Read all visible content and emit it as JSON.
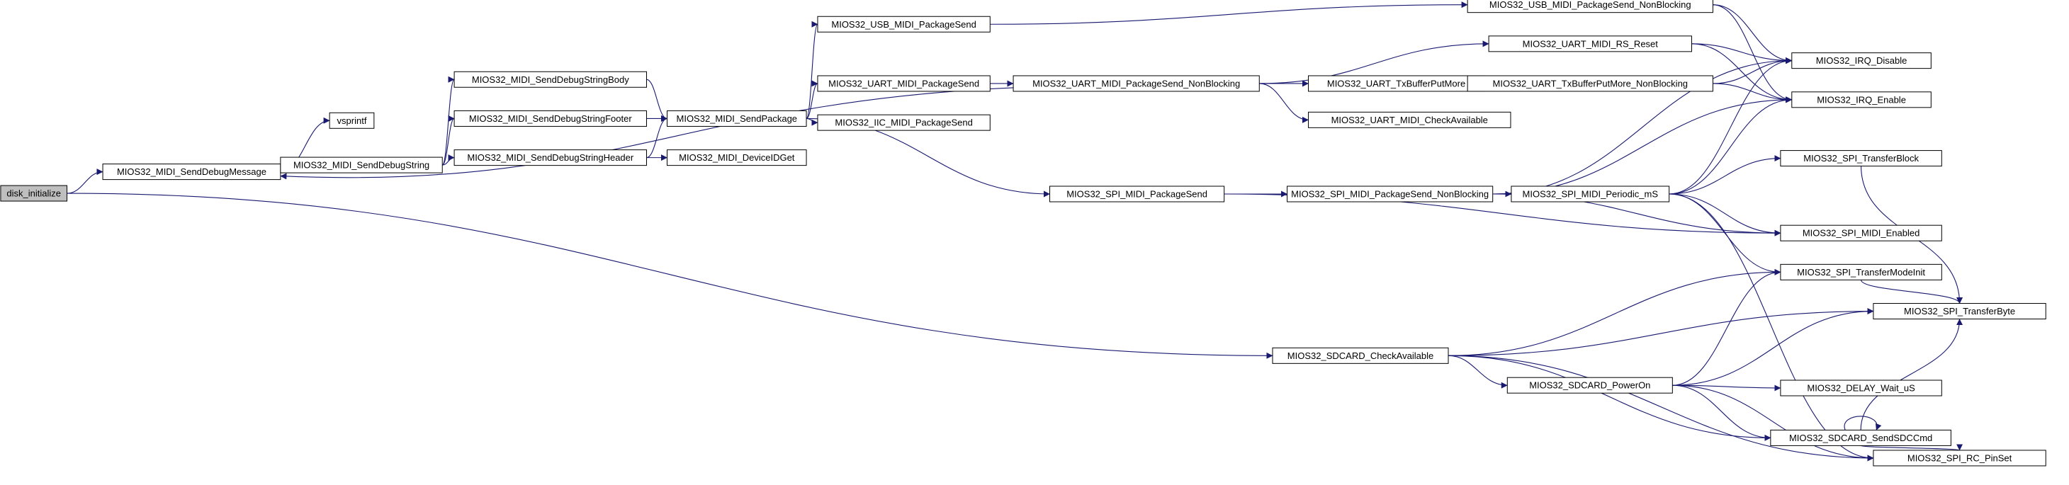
{
  "graph": {
    "nodes": [
      {
        "id": "disk_initialize",
        "label": "disk_initialize",
        "root": true
      },
      {
        "id": "SendDebugMessage",
        "label": "MIOS32_MIDI_SendDebugMessage"
      },
      {
        "id": "SendDebugString",
        "label": "MIOS32_MIDI_SendDebugString"
      },
      {
        "id": "vsprintf",
        "label": "vsprintf"
      },
      {
        "id": "SendDebugStringBody",
        "label": "MIOS32_MIDI_SendDebugStringBody"
      },
      {
        "id": "SendDebugStringFooter",
        "label": "MIOS32_MIDI_SendDebugStringFooter"
      },
      {
        "id": "SendDebugStringHeader",
        "label": "MIOS32_MIDI_SendDebugStringHeader"
      },
      {
        "id": "SendPackage",
        "label": "MIOS32_MIDI_SendPackage"
      },
      {
        "id": "DeviceIDGet",
        "label": "MIOS32_MIDI_DeviceIDGet"
      },
      {
        "id": "USB_PackageSend",
        "label": "MIOS32_USB_MIDI_PackageSend"
      },
      {
        "id": "UART_PackageSend",
        "label": "MIOS32_UART_MIDI_PackageSend"
      },
      {
        "id": "IIC_PackageSend",
        "label": "MIOS32_IIC_MIDI_PackageSend"
      },
      {
        "id": "SPI_PackageSend",
        "label": "MIOS32_SPI_MIDI_PackageSend"
      },
      {
        "id": "USB_PackageSend_NB",
        "label": "MIOS32_USB_MIDI_PackageSend_NonBlocking"
      },
      {
        "id": "UART_PackageSend_NB",
        "label": "MIOS32_UART_MIDI_PackageSend_NonBlocking"
      },
      {
        "id": "UART_RS_Reset",
        "label": "MIOS32_UART_MIDI_RS_Reset"
      },
      {
        "id": "UART_TxBufferPutMore",
        "label": "MIOS32_UART_TxBufferPutMore"
      },
      {
        "id": "UART_CheckAvailable",
        "label": "MIOS32_UART_MIDI_CheckAvailable"
      },
      {
        "id": "UART_TxBufferPutMore_NB",
        "label": "MIOS32_UART_TxBufferPutMore_NonBlocking"
      },
      {
        "id": "IRQ_Disable",
        "label": "MIOS32_IRQ_Disable"
      },
      {
        "id": "IRQ_Enable",
        "label": "MIOS32_IRQ_Enable"
      },
      {
        "id": "SPI_PackageSend_NB",
        "label": "MIOS32_SPI_MIDI_PackageSend_NonBlocking"
      },
      {
        "id": "SPI_Periodic_mS",
        "label": "MIOS32_SPI_MIDI_Periodic_mS"
      },
      {
        "id": "SPI_TransferBlock",
        "label": "MIOS32_SPI_TransferBlock"
      },
      {
        "id": "SPI_MIDI_Enabled",
        "label": "MIOS32_SPI_MIDI_Enabled"
      },
      {
        "id": "SPI_TransferModeInit",
        "label": "MIOS32_SPI_TransferModeInit"
      },
      {
        "id": "SPI_TransferByte",
        "label": "MIOS32_SPI_TransferByte"
      },
      {
        "id": "SDCARD_CheckAvailable",
        "label": "MIOS32_SDCARD_CheckAvailable"
      },
      {
        "id": "SDCARD_PowerOn",
        "label": "MIOS32_SDCARD_PowerOn"
      },
      {
        "id": "DELAY_Wait_uS",
        "label": "MIOS32_DELAY_Wait_uS"
      },
      {
        "id": "SDCARD_SendSDCCmd",
        "label": "MIOS32_SDCARD_SendSDCCmd"
      },
      {
        "id": "SPI_RC_PinSet",
        "label": "MIOS32_SPI_RC_PinSet"
      }
    ],
    "edges": [
      [
        "disk_initialize",
        "SendDebugMessage"
      ],
      [
        "disk_initialize",
        "SDCARD_CheckAvailable"
      ],
      [
        "SendDebugMessage",
        "vsprintf"
      ],
      [
        "SendDebugMessage",
        "SendDebugString"
      ],
      [
        "SendDebugString",
        "SendDebugStringBody"
      ],
      [
        "SendDebugString",
        "SendDebugStringFooter"
      ],
      [
        "SendDebugString",
        "SendDebugStringHeader"
      ],
      [
        "SendDebugStringBody",
        "SendPackage"
      ],
      [
        "SendDebugStringFooter",
        "SendPackage"
      ],
      [
        "SendDebugStringHeader",
        "SendPackage"
      ],
      [
        "SendDebugStringHeader",
        "DeviceIDGet"
      ],
      [
        "SendPackage",
        "USB_PackageSend"
      ],
      [
        "SendPackage",
        "UART_PackageSend"
      ],
      [
        "SendPackage",
        "IIC_PackageSend"
      ],
      [
        "SendPackage",
        "SPI_PackageSend"
      ],
      [
        "USB_PackageSend",
        "USB_PackageSend_NB"
      ],
      [
        "USB_PackageSend_NB",
        "IRQ_Disable"
      ],
      [
        "USB_PackageSend_NB",
        "IRQ_Enable"
      ],
      [
        "UART_PackageSend",
        "UART_PackageSend_NB"
      ],
      [
        "UART_PackageSend_NB",
        "SendDebugMessage"
      ],
      [
        "UART_PackageSend_NB",
        "UART_RS_Reset"
      ],
      [
        "UART_PackageSend_NB",
        "UART_TxBufferPutMore"
      ],
      [
        "UART_PackageSend_NB",
        "UART_CheckAvailable"
      ],
      [
        "UART_RS_Reset",
        "IRQ_Disable"
      ],
      [
        "UART_RS_Reset",
        "IRQ_Enable"
      ],
      [
        "UART_TxBufferPutMore",
        "UART_TxBufferPutMore_NB"
      ],
      [
        "UART_TxBufferPutMore_NB",
        "IRQ_Disable"
      ],
      [
        "UART_TxBufferPutMore_NB",
        "IRQ_Enable"
      ],
      [
        "SPI_PackageSend",
        "SPI_PackageSend_NB"
      ],
      [
        "SPI_PackageSend",
        "SPI_MIDI_Enabled"
      ],
      [
        "SPI_PackageSend_NB",
        "IRQ_Disable"
      ],
      [
        "SPI_PackageSend_NB",
        "IRQ_Enable"
      ],
      [
        "SPI_PackageSend_NB",
        "SPI_Periodic_mS"
      ],
      [
        "SPI_PackageSend_NB",
        "SPI_MIDI_Enabled"
      ],
      [
        "SPI_Periodic_mS",
        "IRQ_Disable"
      ],
      [
        "SPI_Periodic_mS",
        "IRQ_Enable"
      ],
      [
        "SPI_Periodic_mS",
        "SPI_TransferBlock"
      ],
      [
        "SPI_Periodic_mS",
        "SPI_MIDI_Enabled"
      ],
      [
        "SPI_Periodic_mS",
        "SPI_TransferModeInit"
      ],
      [
        "SPI_Periodic_mS",
        "SPI_RC_PinSet"
      ],
      [
        "SPI_TransferBlock",
        "SPI_TransferByte"
      ],
      [
        "SPI_TransferModeInit",
        "SPI_TransferByte"
      ],
      [
        "SDCARD_CheckAvailable",
        "SPI_TransferModeInit"
      ],
      [
        "SDCARD_CheckAvailable",
        "SPI_TransferByte"
      ],
      [
        "SDCARD_CheckAvailable",
        "SDCARD_PowerOn"
      ],
      [
        "SDCARD_CheckAvailable",
        "SDCARD_SendSDCCmd"
      ],
      [
        "SDCARD_CheckAvailable",
        "SPI_RC_PinSet"
      ],
      [
        "SDCARD_PowerOn",
        "SPI_TransferModeInit"
      ],
      [
        "SDCARD_PowerOn",
        "SPI_TransferByte"
      ],
      [
        "SDCARD_PowerOn",
        "DELAY_Wait_uS"
      ],
      [
        "SDCARD_PowerOn",
        "SDCARD_SendSDCCmd"
      ],
      [
        "SDCARD_PowerOn",
        "SPI_RC_PinSet"
      ],
      [
        "SDCARD_SendSDCCmd",
        "SDCARD_SendSDCCmd"
      ],
      [
        "SDCARD_SendSDCCmd",
        "SPI_TransferByte"
      ],
      [
        "SDCARD_SendSDCCmd",
        "SPI_RC_PinSet"
      ]
    ]
  }
}
